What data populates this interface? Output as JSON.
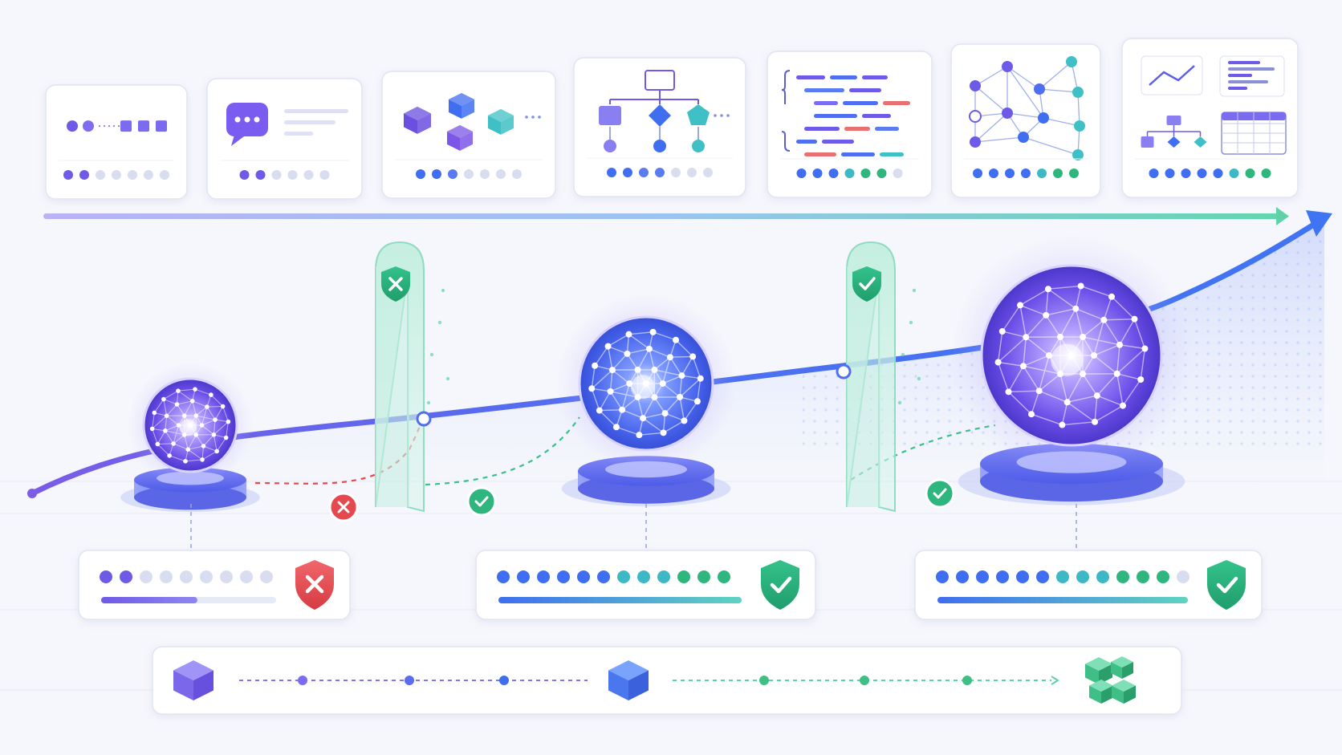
{
  "colors": {
    "background": "#f6f7fc",
    "purple": "#6d5ae6",
    "blue": "#3f6ef0",
    "teal": "#45c9c0",
    "green": "#2fb57e",
    "red": "#e5484d",
    "dot_inactive": "#d9ddf0"
  },
  "top_stages": [
    {
      "icon": "token-sequence-icon",
      "dots_active": 2,
      "dots_total": 7,
      "tone": "purple"
    },
    {
      "icon": "chat-bubble-icon",
      "dots_active": 2,
      "dots_total": 6,
      "tone": "purple"
    },
    {
      "icon": "cubes-icon",
      "dots_active": 3,
      "dots_total": 7,
      "tone": "blue"
    },
    {
      "icon": "flowchart-icon",
      "dots_active": 4,
      "dots_total": 7,
      "tone": "blue"
    },
    {
      "icon": "code-icon",
      "dots_active": 6,
      "dots_total": 7,
      "tone": "blue-green"
    },
    {
      "icon": "network-graph-icon",
      "dots_active": 7,
      "dots_total": 7,
      "tone": "blue-green"
    },
    {
      "icon": "dashboard-icon",
      "dots_active": 8,
      "dots_total": 8,
      "tone": "blue-green"
    }
  ],
  "gates": [
    {
      "icon": "shield-x-icon",
      "status": "rejected"
    },
    {
      "icon": "shield-check-icon",
      "status": "passed"
    }
  ],
  "checkpoints": [
    {
      "status": "fail",
      "icon": "x-circle-icon"
    },
    {
      "status": "pass",
      "icon": "check-circle-icon"
    },
    {
      "status": "pass",
      "icon": "check-circle-icon"
    }
  ],
  "bottom_panels": [
    {
      "dots_active": 2,
      "dots_total": 9,
      "progress": 0.55,
      "status": "fail",
      "icon": "shield-x-icon"
    },
    {
      "dots_active": 12,
      "dots_total": 12,
      "progress": 1.0,
      "status": "pass",
      "icon": "shield-check-icon"
    },
    {
      "dots_active": 12,
      "dots_total": 13,
      "progress": 1.0,
      "status": "pass",
      "icon": "shield-check-icon"
    }
  ],
  "pipeline": {
    "start_icon": "purple-cube-icon",
    "middle_icon": "blue-cube-icon",
    "end_icon": "green-cubes-icon"
  }
}
